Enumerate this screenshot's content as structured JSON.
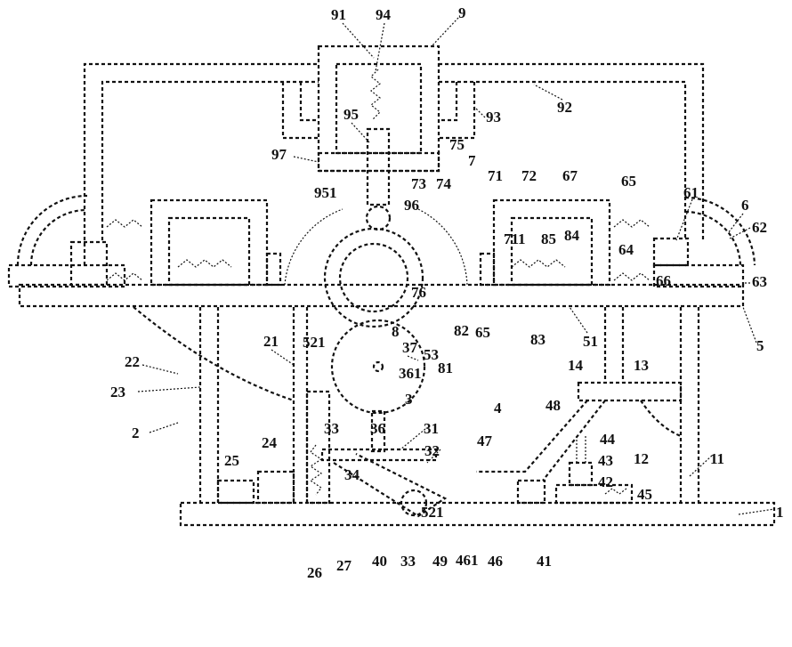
{
  "figure": {
    "type": "patent mechanical drawing",
    "labels": [
      "91",
      "94",
      "9",
      "92",
      "93",
      "95",
      "97",
      "73",
      "74",
      "75",
      "7",
      "71",
      "72",
      "67",
      "65",
      "61",
      "6",
      "62",
      "63",
      "951",
      "96",
      "711",
      "85",
      "84",
      "64",
      "66",
      "76",
      "521",
      "8",
      "53",
      "81",
      "82",
      "65",
      "83",
      "51",
      "5",
      "21",
      "22",
      "23",
      "2",
      "37",
      "361",
      "14",
      "13",
      "3",
      "4",
      "48",
      "33",
      "36",
      "31",
      "32",
      "47",
      "44",
      "43",
      "12",
      "11",
      "42",
      "34",
      "521",
      "45",
      "24",
      "25",
      "26",
      "27",
      "40",
      "33",
      "49",
      "461",
      "46",
      "41",
      "1"
    ]
  }
}
